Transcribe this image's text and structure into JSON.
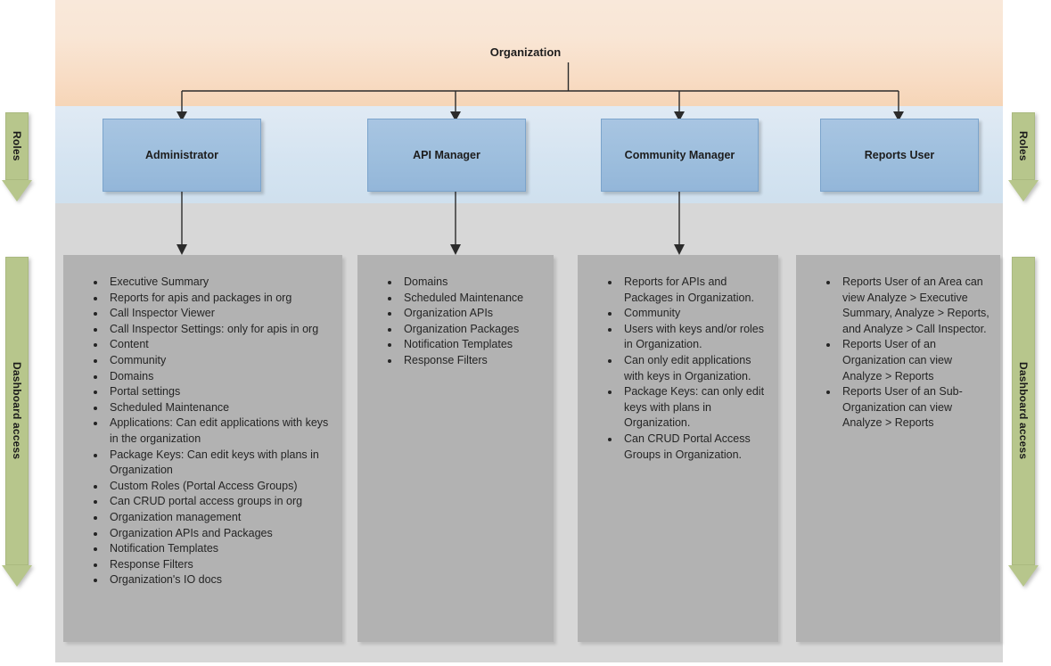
{
  "diagram": {
    "title": "Organization",
    "bands": {
      "org_color": "#f8ddc6",
      "roles_color": "#d5e4f1",
      "dashboard_color": "#d7d7d7"
    },
    "side_arrows": [
      {
        "label": "Roles",
        "side": "left",
        "color": "#b7c68c"
      },
      {
        "label": "Roles",
        "side": "right",
        "color": "#b7c68c"
      },
      {
        "label": "Dashboard access",
        "side": "left",
        "color": "#b7c68c"
      },
      {
        "label": "Dashboard access",
        "side": "right",
        "color": "#b7c68c"
      }
    ],
    "roles": [
      {
        "name": "Administrator"
      },
      {
        "name": "API Manager"
      },
      {
        "name": "Community Manager"
      },
      {
        "name": "Reports User"
      }
    ],
    "permissions": [
      {
        "role": "Administrator",
        "items": [
          "Executive Summary",
          "Reports for apis and packages in org",
          "Call Inspector Viewer",
          "Call Inspector Settings: only for apis in org",
          "Content",
          "Community",
          "Domains",
          "Portal settings",
          "Scheduled Maintenance",
          "Applications: Can edit applications with keys in the organization",
          "Package Keys: Can edit keys with plans in Organization",
          "Custom Roles (Portal Access Groups)",
          "Can CRUD portal access groups in org",
          "Organization management",
          "Organization APIs and Packages",
          "Notification Templates",
          "Response Filters",
          "Organization's IO docs"
        ]
      },
      {
        "role": "API Manager",
        "items": [
          "Domains",
          "Scheduled Maintenance",
          "Organization APIs",
          "Organization Packages",
          "Notification Templates",
          "Response Filters"
        ]
      },
      {
        "role": "Community Manager",
        "items": [
          "Reports for APIs and Packages in Organization.",
          "Community",
          "Users with keys and/or roles in Organization.",
          "Can only edit applications with keys in Organization.",
          "Package Keys: can only edit keys with plans in Organization.",
          "Can CRUD Portal Access Groups in Organization."
        ]
      },
      {
        "role": "Reports User",
        "items": [
          "Reports User of an Area can view Analyze > Executive Summary, Analyze > Reports, and Analyze > Call Inspector.",
          "Reports User of an Organization can view Analyze > Reports",
          "Reports User of an Sub-Organization can view Analyze > Reports"
        ]
      }
    ]
  }
}
